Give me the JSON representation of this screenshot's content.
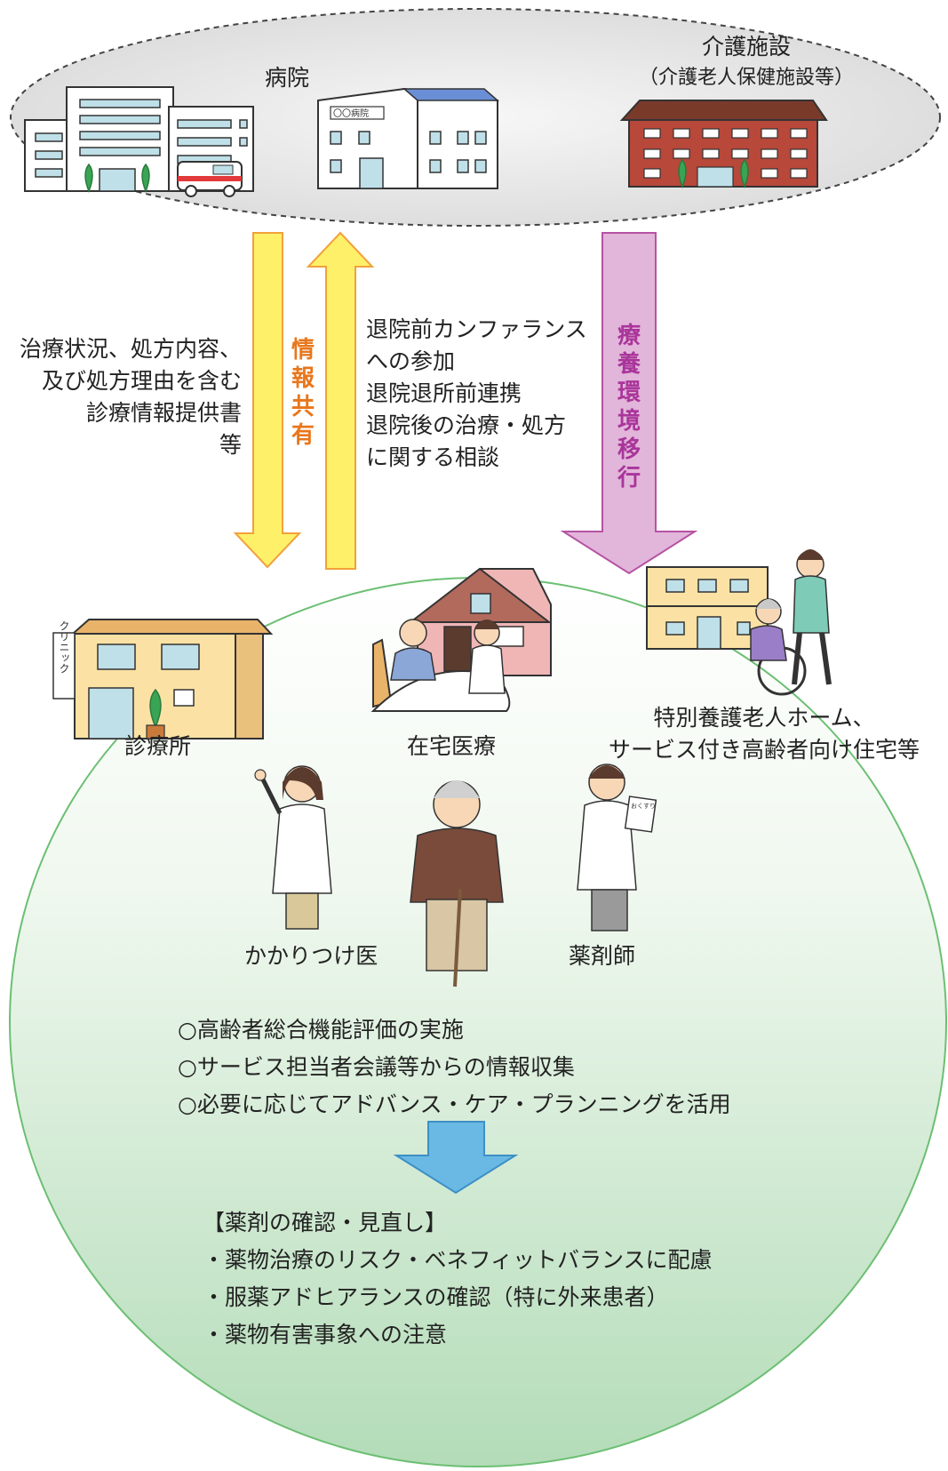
{
  "facilities": {
    "hospital_label": "病院",
    "care_facility_label": "介護施設",
    "care_facility_sub": "（介護老人保健施設等）",
    "hospital_sign": "〇〇病院"
  },
  "arrows": {
    "info_sharing": "情報共有",
    "environment_transition": "療養環境移行",
    "left_text": [
      "治療状況、処方内容、",
      "及び処方理由を含む",
      "診療情報提供書",
      "等"
    ],
    "right_text": [
      "退院前カンファランス",
      "への参加",
      "退院退所前連携",
      "退院後の治療・処方",
      "に関する相談"
    ]
  },
  "settings": {
    "clinic": "診療所",
    "clinic_sign": "クリニック",
    "home_care": "在宅医療",
    "nursing_home_line1": "特別養護老人ホーム、",
    "nursing_home_line2": "サービス付き高齢者向け住宅等"
  },
  "people": {
    "family_doctor": "かかりつけ医",
    "pharmacist": "薬剤師",
    "medicine_note": "おくすり"
  },
  "actions": [
    "○高齢者総合機能評価の実施",
    "○サービス担当者会議等からの情報収集",
    "○必要に応じてアドバンス・ケア・プランニングを活用"
  ],
  "review": {
    "heading": "【薬剤の確認・見直し】",
    "items": [
      "・薬物治療のリスク・ベネフィットバランスに配慮",
      "・服薬アドヒアランスの確認（特に外来患者）",
      "・薬物有害事象への注意"
    ]
  },
  "colors": {
    "top_ellipse_fill": "#e3e3e3",
    "circle_top": "#ffffff",
    "circle_bottom": "#b3dcb8",
    "circle_stroke": "#6cbf73",
    "yellow_arrow": "#fff06a",
    "yellow_arrow_stroke": "#f2a13a",
    "orange_text": "#e8771c",
    "purple_arrow": "#d9a6cf",
    "purple_arrow_stroke": "#b553a3",
    "purple_text": "#a9359a",
    "blue_arrow": "#6ab9e4",
    "blue_arrow_stroke": "#3d8fc6"
  }
}
